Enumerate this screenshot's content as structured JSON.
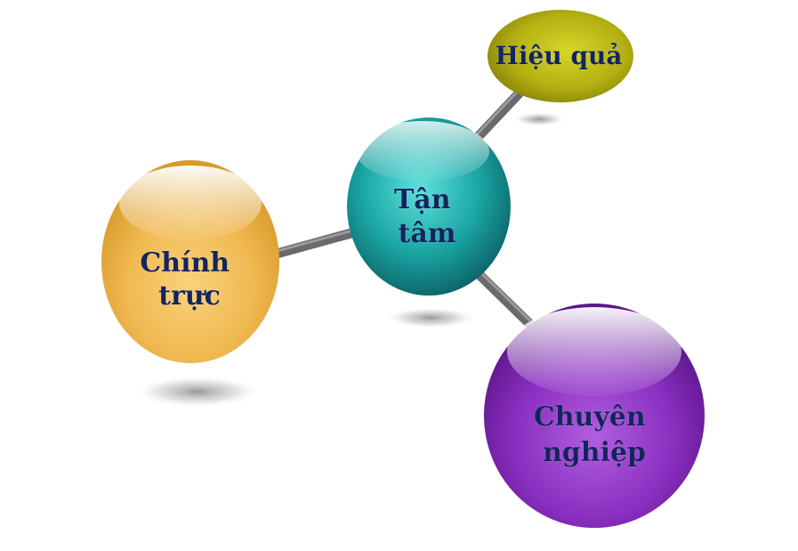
{
  "nodes": [
    {
      "id": "center",
      "lines": [
        "Tận",
        "tâm"
      ],
      "color": "#1aa6a4"
    },
    {
      "id": "left",
      "lines": [
        "Chính",
        "trực"
      ],
      "color": "#f0b850"
    },
    {
      "id": "top-right",
      "lines": [
        "Hiệu quả"
      ],
      "color": "#b4b012"
    },
    {
      "id": "bottom-right",
      "lines": [
        "Chuyên",
        "nghiệp"
      ],
      "color": "#8a2fc0"
    }
  ],
  "connectors": [
    {
      "from": "center",
      "to": "left"
    },
    {
      "from": "center",
      "to": "top-right"
    },
    {
      "from": "center",
      "to": "bottom-right"
    }
  ]
}
